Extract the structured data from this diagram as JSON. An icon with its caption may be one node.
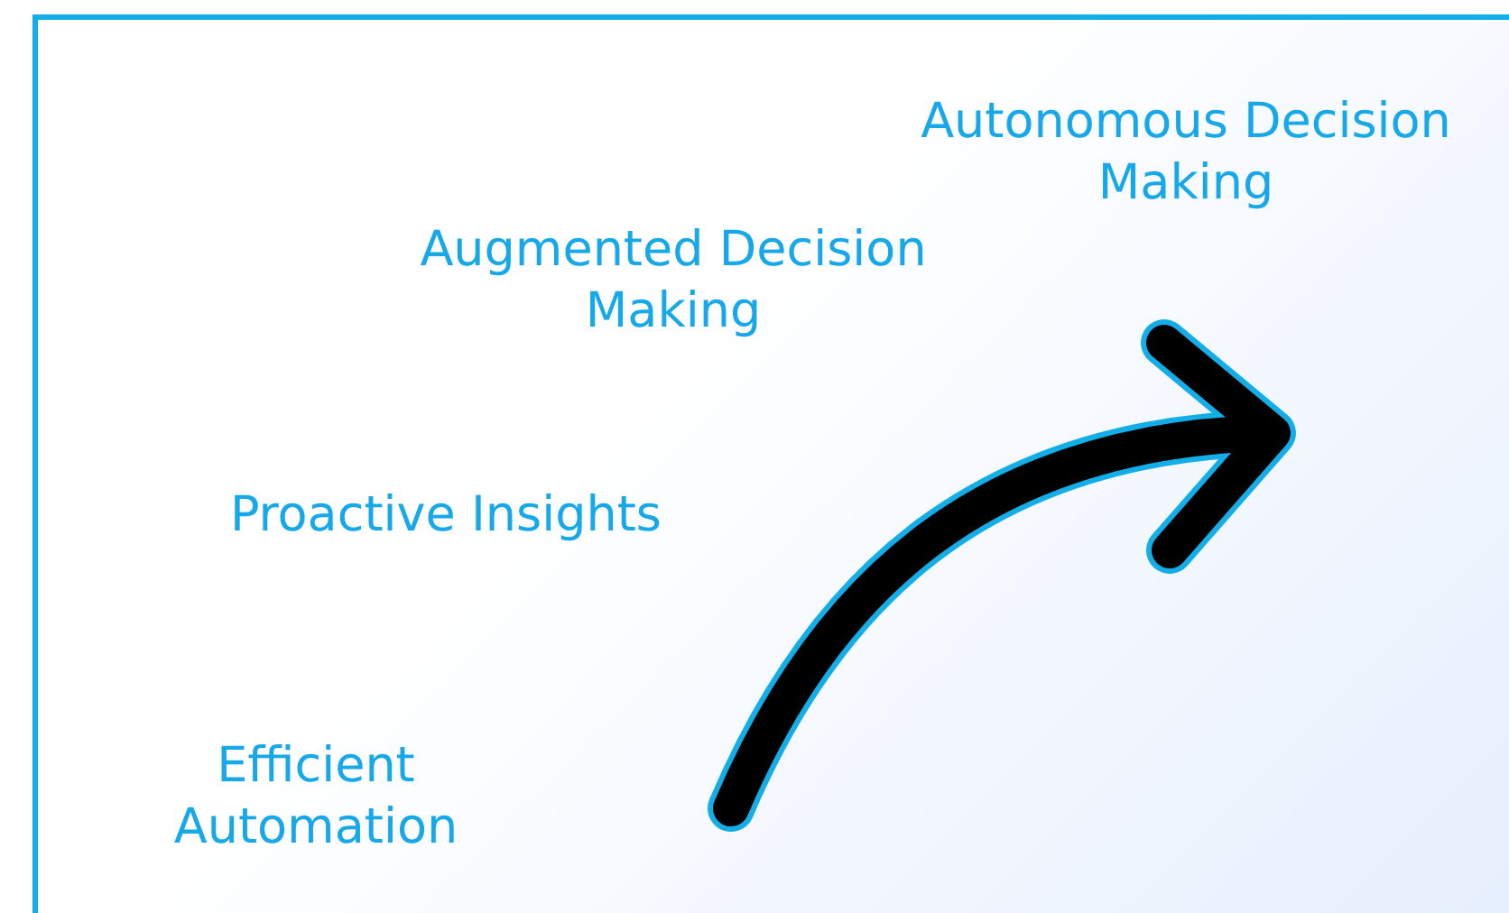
{
  "diagram": {
    "labels": [
      "Autonomous Decision Making",
      "Augmented Decision Making",
      "Proactive Insights",
      "Efficient Automation"
    ]
  }
}
